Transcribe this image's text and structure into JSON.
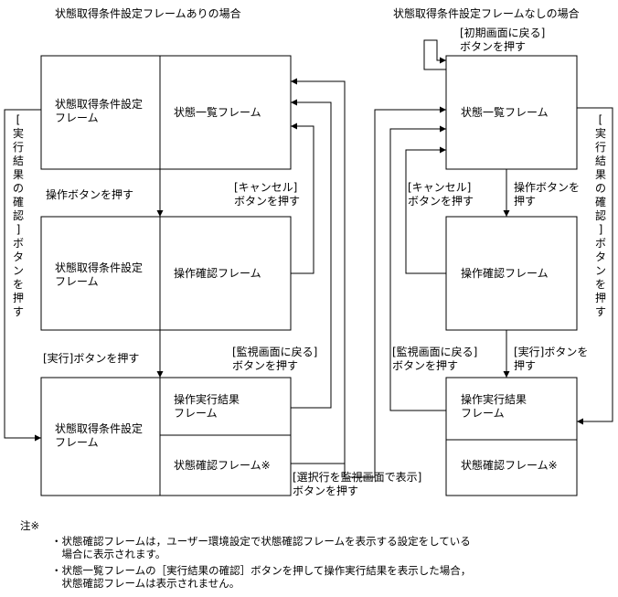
{
  "left_diagram": {
    "title": "状態取得条件設定フレームありの場合",
    "frame_condition_1": [
      "状態取得条件設定",
      "フレーム"
    ],
    "frame_list": "状態一覧フレーム",
    "frame_condition_2": [
      "状態取得条件設定",
      "フレーム"
    ],
    "frame_confirm": "操作確認フレーム",
    "frame_condition_3": [
      "状態取得条件設定",
      "フレーム"
    ],
    "frame_result": [
      "操作実行結果",
      "フレーム"
    ],
    "frame_status": "状態確認フレーム※",
    "label_operation": "操作ボタンを押す",
    "label_cancel": [
      "[キャンセル]",
      "ボタンを押す"
    ],
    "label_execute": "[実行]ボタンを押す",
    "label_back_monitor": [
      "[監視画面に戻る]",
      "ボタンを押す"
    ],
    "label_show_selected": [
      "[選択行を監視画面で表示]",
      "ボタンを押す"
    ],
    "label_vertical": "[実行結果の確認]ボタンを押す"
  },
  "right_diagram": {
    "title": "状態取得条件設定フレームなしの場合",
    "label_back_initial": [
      "[初期画面に戻る]",
      "ボタンを押す"
    ],
    "frame_list": "状態一覧フレーム",
    "label_cancel": [
      "[キャンセル]",
      "ボタンを押す"
    ],
    "label_operation": [
      "操作ボタンを",
      "押す"
    ],
    "frame_confirm": "操作確認フレーム",
    "label_back_monitor": [
      "[監視画面に戻る]",
      "ボタンを押す"
    ],
    "label_execute": [
      "[実行]ボタンを",
      "押す"
    ],
    "frame_result": [
      "操作実行結果",
      "フレーム"
    ],
    "frame_status": "状態確認フレーム※",
    "label_vertical": "[実行結果の確認]ボタンを押す"
  },
  "notes": {
    "heading": "注※",
    "item1": [
      "・状態確認フレームは，ユーザー環境設定で状態確認フレームを表示する設定をしている",
      "　場合に表示されます。"
    ],
    "item2": [
      "・状態一覧フレームの［実行結果の確認］ボタンを押して操作実行結果を表示した場合，",
      "　状態確認フレームは表示されません。"
    ]
  },
  "colors": {
    "line": "#000000",
    "background": "#ffffff"
  }
}
